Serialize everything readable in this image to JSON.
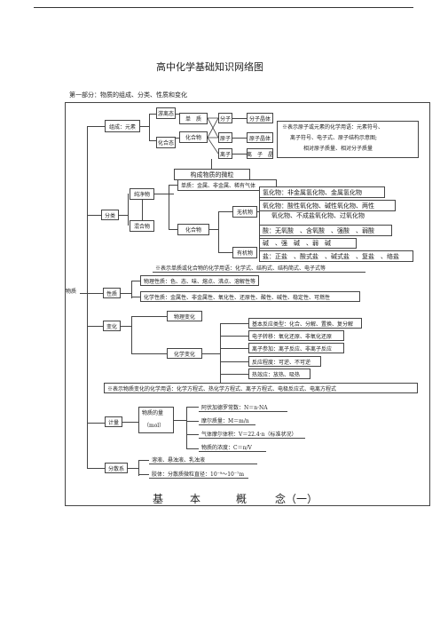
{
  "doc": {
    "title": "高中化学基础知识网络图",
    "section": "第一部分：物质的组成、分类、性质和变化",
    "footer_title": [
      "基",
      "本",
      "概",
      "念（一）"
    ]
  },
  "diagram": {
    "root": "物质",
    "composition": {
      "label": "组成：元素",
      "state_free": "游离态",
      "state_combined": "化合态",
      "simple": "单　质",
      "compound": "化合物",
      "molecule": "分子",
      "atom": "原子",
      "ion": "离子",
      "molecular_crystal": "分子晶体",
      "atomic_crystal": "原子晶体",
      "ionic_crystal": "离　子　晶",
      "note": [
        "※表示原子或元素的化学用语：元素符号、",
        "离子符号、电子式、原子结构示意图;",
        "相对原子质量、相对分子质量"
      ],
      "particles": "构成物质的微粒"
    },
    "classification": {
      "label": "分类",
      "pure": "纯净物",
      "mixture": "混合物",
      "simple_types": "单质：金属、非金属、稀有气体",
      "compound": "化合物",
      "inorganic": "无机物",
      "organic": "有机物",
      "hydride": "氢化物：非金属氢化物、金属氢化物",
      "oxide1": "氧化物：酸性氧化物、碱性氧化物、两性",
      "oxide2": "氧化物、不成盐氧化物、过氧化物",
      "acid": "酸：无氧酸　、含氧酸　、强酸　、弱酸",
      "base": "碱　、强　碱　、弱　碱",
      "salt": "盐：正盐　、酸式盐　、碱式盐　、复盐　、络盐",
      "note": "※表示单质或化合物的化学用语：化学式、结构式、结构简式、电子式等"
    },
    "properties": {
      "label": "性质",
      "physical": "物理性质：色、态、味、熔点、沸点、溶解性等",
      "chemical": "化学性质：金属性、非金属性、氧化性、还原性、酸性、碱性、稳定性、可燃性"
    },
    "change": {
      "label": "变化",
      "physical": "物理变化",
      "chemical": "化学变化",
      "items": [
        "基本反应类型：化合、分解、置换、复分解",
        "电子转移：氧化还原、非氧化还原",
        "离子参加：离子反应、非离子反应",
        "反应程度：可逆、不可逆",
        "热效应：放热、吸热"
      ],
      "note": "※表示物质变化的化学用语：化学方程式、热化学方程式、离子方程式、电极反应式、电离方程式"
    },
    "measurement": {
      "label": "计量",
      "amount": "物质的量",
      "unit": "（mol）",
      "items": [
        "阿伏加德罗常数：N＝n·NA",
        "摩尔质量：M＝m/n",
        "气体摩尔体积：V＝22.4·n（标准状况）",
        "物质的浓度：C＝n/V"
      ]
    },
    "dispersion": {
      "label": "分散系",
      "types": "溶液、悬浊液、乳浊液",
      "colloid": "胶体：分散质微粒直径：10⁻⁹～10⁻⁷m"
    }
  }
}
